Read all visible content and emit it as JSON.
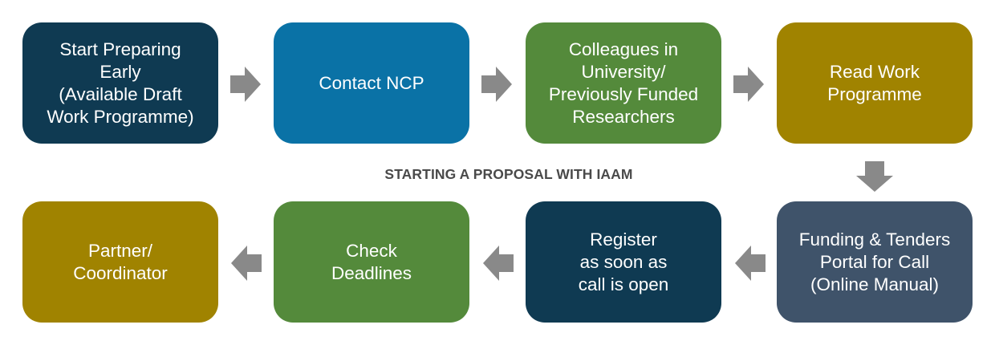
{
  "title": "STARTING A PROPOSAL WITH IAAM",
  "steps": [
    {
      "label": "Start Preparing\nEarly\n(Available Draft\nWork Programme)",
      "color": "#0f3a52"
    },
    {
      "label": "Contact NCP",
      "color": "#0a72a6"
    },
    {
      "label": "Colleagues in\nUniversity/\nPreviously Funded\nResearchers",
      "color": "#548a3b"
    },
    {
      "label": "Read Work\nProgramme",
      "color": "#a08300"
    },
    {
      "label": "Funding & Tenders\nPortal for Call\n(Online Manual)",
      "color": "#3f536a"
    },
    {
      "label": "Register\nas soon as\ncall is open",
      "color": "#0f3a52"
    },
    {
      "label": "Check\nDeadlines",
      "color": "#548a3b"
    },
    {
      "label": "Partner/\nCoordinator",
      "color": "#a08300"
    }
  ],
  "arrow_color": "#898989"
}
